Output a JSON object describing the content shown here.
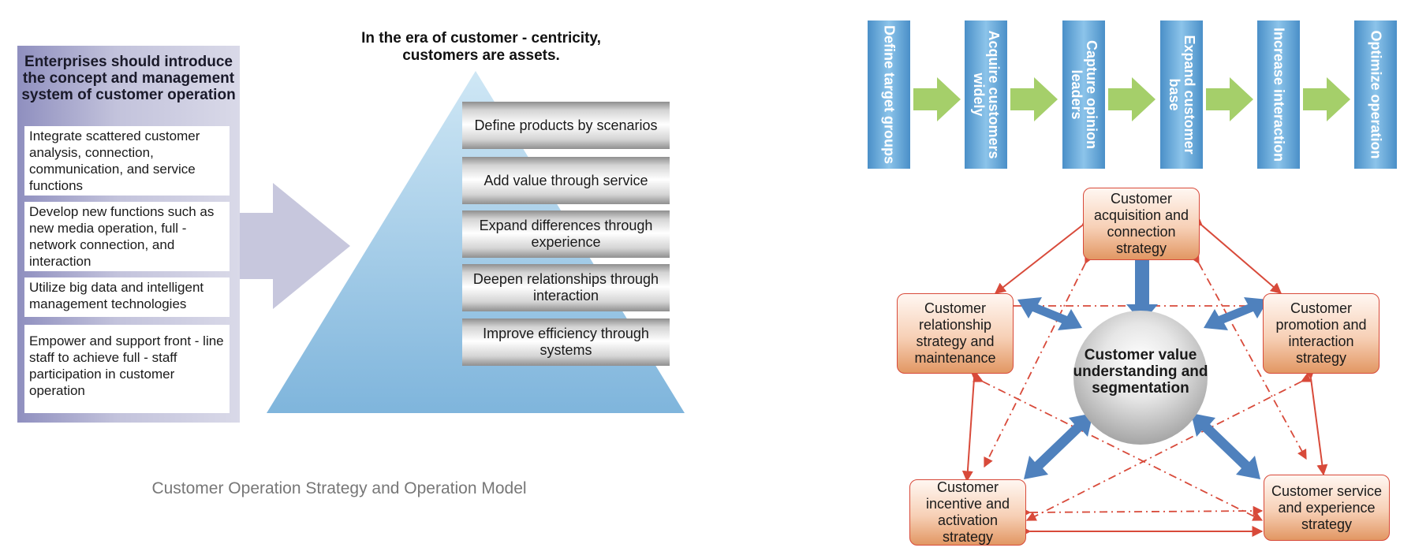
{
  "left_panel": {
    "title": "Enterprises should introduce the concept and management system of customer operation",
    "items": [
      "Integrate scattered customer analysis, connection, communication, and service functions",
      "Develop new functions such as new media operation, full - network connection, and interaction",
      "Utilize big data and intelligent management technologies",
      "Empower and support front - line staff to achieve full - staff participation in customer operation"
    ]
  },
  "pyramid": {
    "title": "In the era of customer - centricity, customers are assets.",
    "levels": [
      "Define products by scenarios",
      "Add value through service",
      "Expand differences through experience",
      "Deepen relationships through interaction",
      "Improve efficiency through systems"
    ]
  },
  "caption": "Customer Operation Strategy and Operation Model",
  "flow": {
    "steps": [
      "Define target groups",
      "Acquire customers widely",
      "Capture opinion leaders",
      "Expand customer base",
      "Increase interaction",
      "Optimize operation"
    ]
  },
  "network": {
    "center": "Customer value understanding and segmentation",
    "nodes": {
      "top": "Customer acquisition and connection strategy",
      "left": "Customer relationship strategy and maintenance",
      "right": "Customer promotion and interaction strategy",
      "bottom_left": "Customer incentive and activation strategy",
      "bottom_right": "Customer service and experience strategy"
    }
  },
  "colors": {
    "panel_purple": "#9a9ac6",
    "pyramid_blue": "#a9d2ec",
    "flow_blue": "#4a8fc8",
    "flow_arrow_green": "#a5cf6a",
    "node_border_red": "#d84a3a",
    "hub_arrow_blue": "#4f81bd"
  }
}
